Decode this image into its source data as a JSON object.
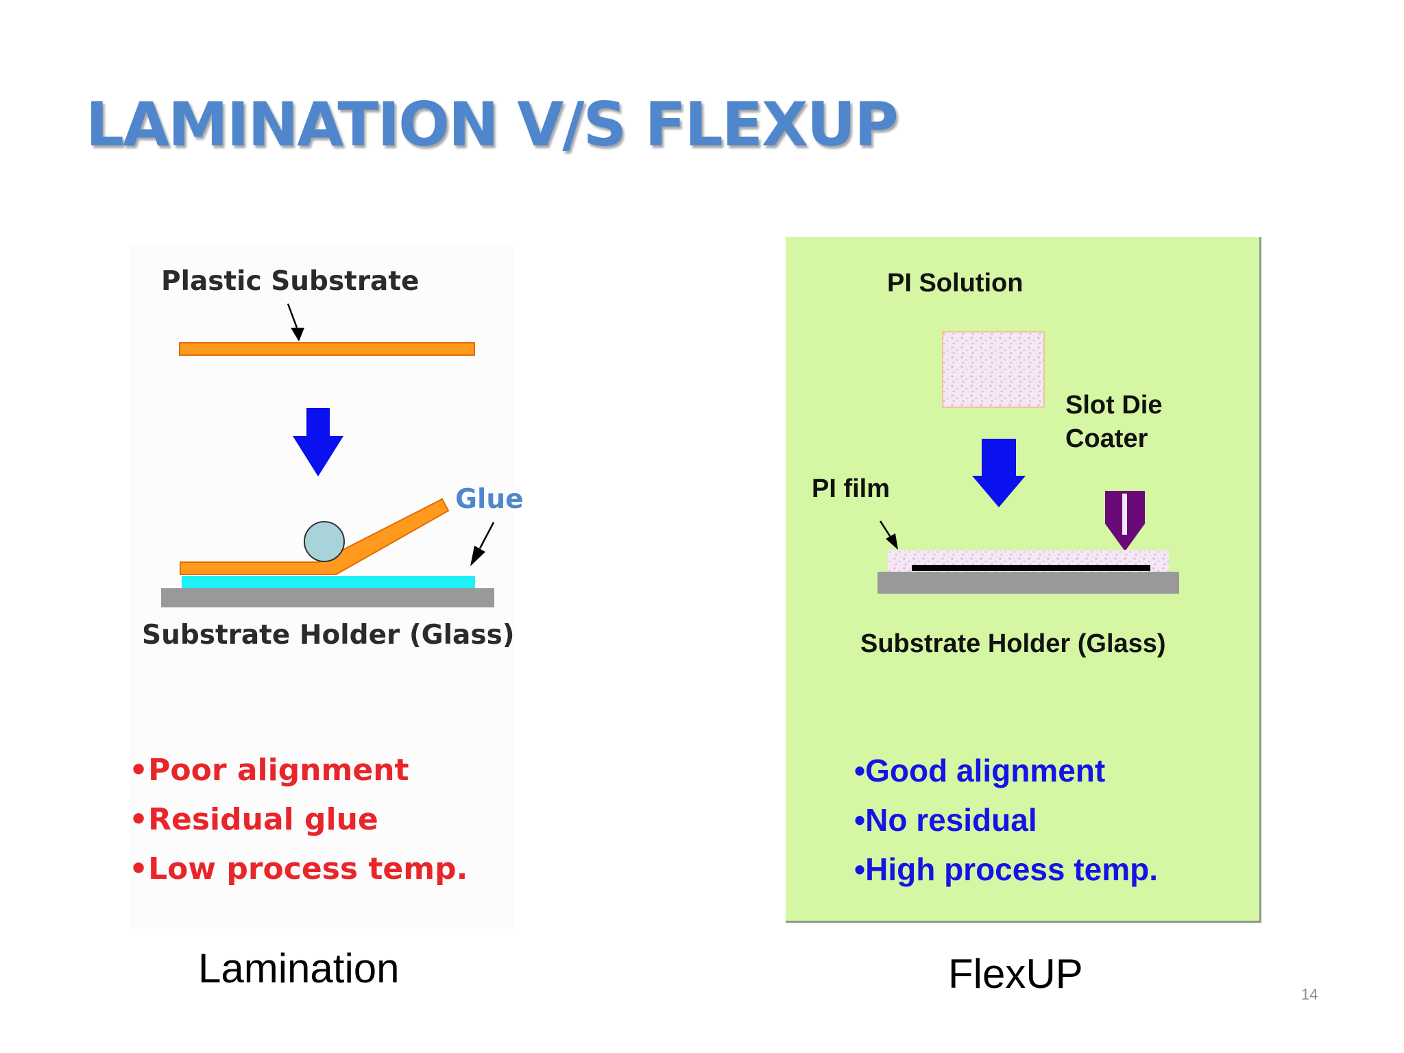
{
  "title": "LAMINATION V/S FLEXUP",
  "lamination": {
    "label_plastic_substrate": "Plastic Substrate",
    "label_glue": "Glue",
    "label_holder": "Substrate Holder (Glass)",
    "bullets": [
      "•Poor alignment",
      "•Residual glue",
      "•Low process temp."
    ],
    "caption": "Lamination"
  },
  "flexup": {
    "label_pi_solution": "PI Solution",
    "label_slot_die": [
      "Slot Die",
      "Coater"
    ],
    "label_pi_film": "PI film",
    "label_holder": "Substrate Holder (Glass)",
    "bullets": [
      "•Good alignment",
      "•No residual",
      "•High process temp."
    ],
    "caption": "FlexUP"
  },
  "page_number": "14",
  "colors": {
    "title": "#4f86cc",
    "panel_green": "#d5f6a3",
    "bullet_red": "#e8262a",
    "bullet_blue": "#1414e6",
    "plastic_orange": "#ff9a1f",
    "glue_cyan": "#1ff0f5",
    "glass_gray": "#999999",
    "arrow_blue": "#0a10ee",
    "coater_purple": "#6a0a78"
  }
}
